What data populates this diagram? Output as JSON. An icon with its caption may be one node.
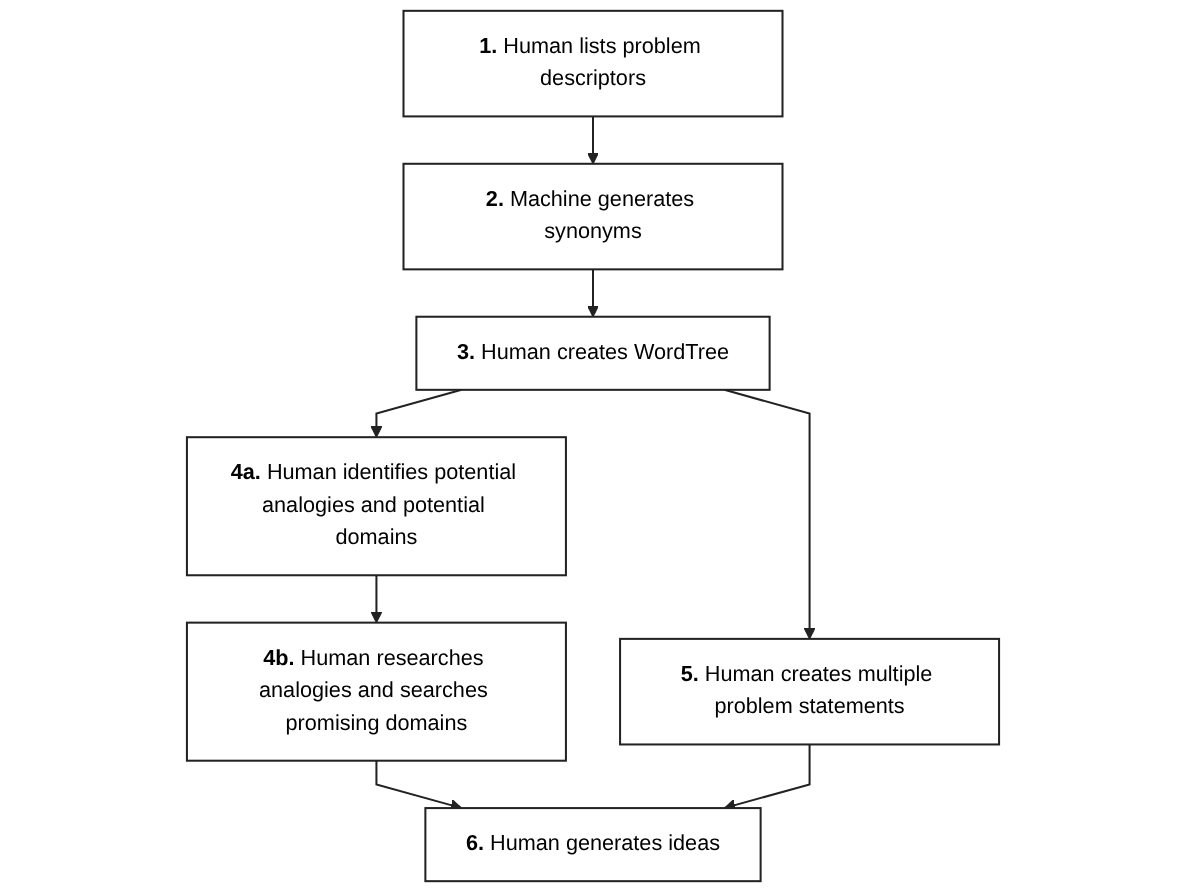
{
  "diagram": {
    "nodes": [
      {
        "text": [
          "**1.** Human lists problem descriptors"
        ]
      },
      {
        "text": [
          "**2.** Machine generates synonyms"
        ]
      },
      {
        "text": [
          "**3.** Human creates WordTree"
        ]
      },
      {
        "text": [
          "**4a.** Human identifies potential analogies and potential domains"
        ]
      },
      {
        "text": [
          "**5.** Human creates multiple problem statements"
        ]
      },
      {
        "text": [
          "**4b.** Human researches analogies and searches promising domains"
        ]
      },
      {
        "text": [
          "**6.** Human generates ideas"
        ]
      }
    ],
    "edges": [
      {
        "from": 0,
        "to": 1,
        "arrow": "to"
      },
      {
        "from": 1,
        "to": 2,
        "arrow": "to"
      },
      {
        "from": 2,
        "to": 3,
        "arrow": "to"
      },
      {
        "from": 2,
        "to": 4,
        "arrow": "to"
      },
      {
        "from": 3,
        "to": 5,
        "arrow": "to"
      },
      {
        "from": 5,
        "to": 6,
        "arrow": "to"
      },
      {
        "from": 4,
        "to": 6,
        "arrow": "to"
      }
    ]
  }
}
